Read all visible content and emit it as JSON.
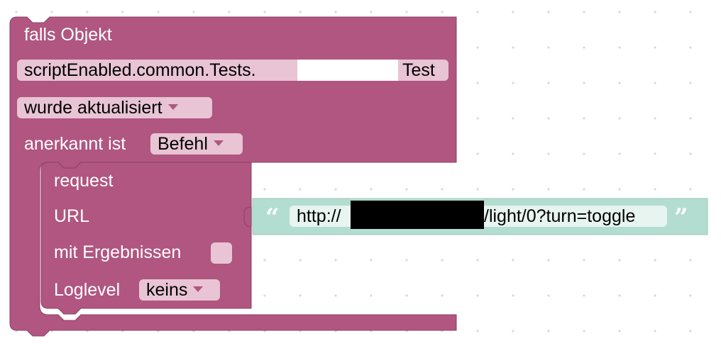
{
  "trigger_block": {
    "label": "falls Objekt",
    "object_id": "scriptEnabled.common.Tests.",
    "object_id_suffix": "Test",
    "event_dropdown": "wurde aktualisiert",
    "ack_label": "anerkannt ist",
    "ack_dropdown": "Befehl"
  },
  "request_block": {
    "label": "request",
    "url_label": "URL",
    "results_label": "mit Ergebnissen",
    "loglevel_label": "Loglevel",
    "loglevel_dropdown": "keins"
  },
  "string_block": {
    "open_quote": "“",
    "url_prefix": "http://",
    "url_suffix": "/light/0?turn=toggle",
    "close_quote": "”"
  },
  "colors": {
    "event_block": "#b05680",
    "text_block": "#b3ddd0",
    "field_bg": "#e8c4d4"
  }
}
